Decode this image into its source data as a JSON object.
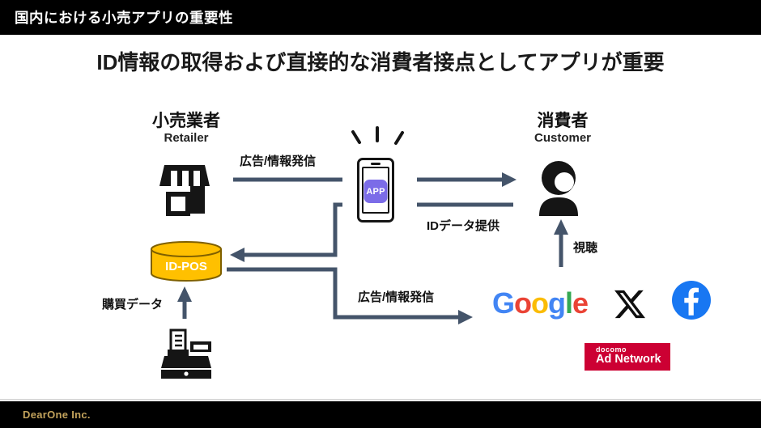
{
  "header": {
    "title": "国内における小売アプリの重要性"
  },
  "slide": {
    "title": "ID情報の取得および直接的な消費者接点としてアプリが重要"
  },
  "diagram": {
    "retailer": {
      "label": "小売業者",
      "sublabel": "Retailer"
    },
    "customer": {
      "label": "消費者",
      "sublabel": "Customer"
    },
    "phone": {
      "app_label": "APP"
    },
    "idpos": {
      "label": "ID-POS"
    },
    "labels": {
      "ad_info_top": "広告/情報発信",
      "id_data": "IDデータ提供",
      "ad_info_bottom": "広告/情報発信",
      "purchase_data": "購買データ",
      "viewing": "視聴"
    },
    "logos": {
      "google": {
        "letters": [
          {
            "ch": "G",
            "color": "#4285F4"
          },
          {
            "ch": "o",
            "color": "#EA4335"
          },
          {
            "ch": "o",
            "color": "#FBBC05"
          },
          {
            "ch": "g",
            "color": "#4285F4"
          },
          {
            "ch": "l",
            "color": "#34A853"
          },
          {
            "ch": "e",
            "color": "#EA4335"
          }
        ]
      },
      "x": "X",
      "facebook": "f",
      "docomo": {
        "line1": "docomo",
        "line2": "Ad Network"
      }
    }
  },
  "footer": {
    "company": "DearOne Inc."
  },
  "colors": {
    "arrow": "#44546A",
    "gold": "#FFC000",
    "gold-border": "#7F6000",
    "app-purple": "#7B6CE8",
    "docomo-red": "#CC0033",
    "facebook-blue": "#1877F2",
    "dearone-gold": "#C3A35C"
  }
}
